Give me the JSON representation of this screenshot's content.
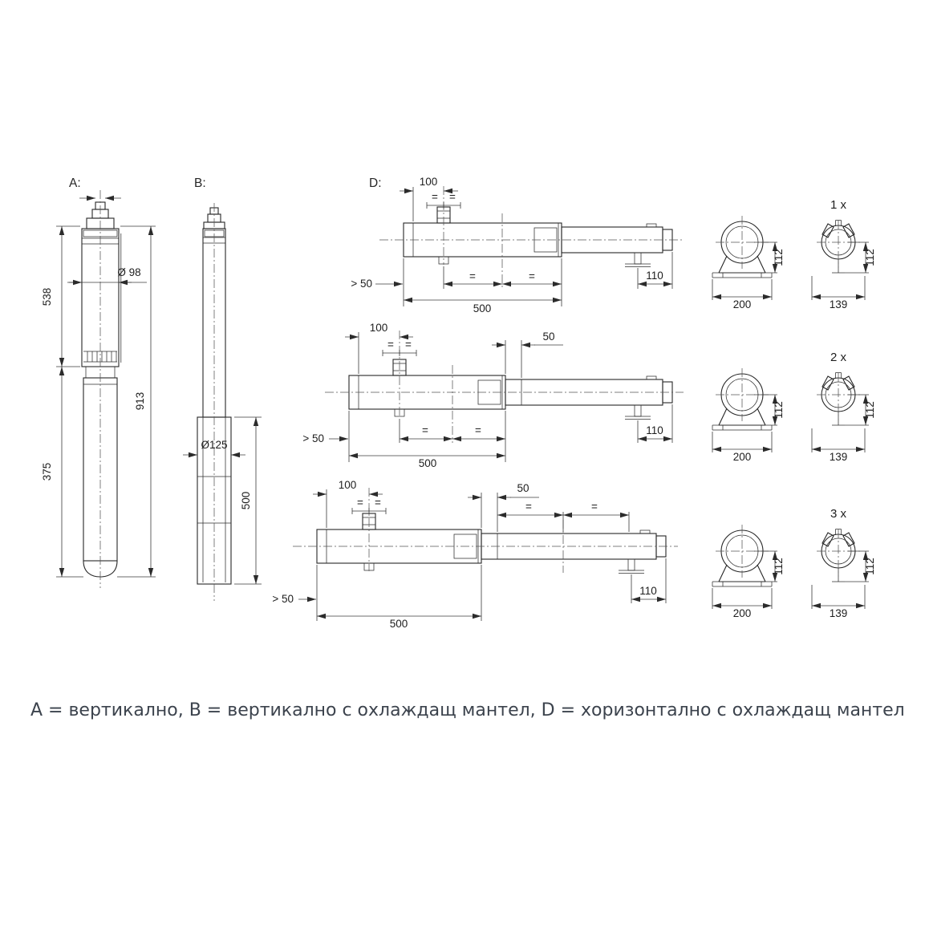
{
  "caption": "A = вертикално, B = вертикално с охлаждащ мантел, D = хоризонтално с охлаждащ мантел",
  "eq_mark": "=",
  "view_a": {
    "label": "A:",
    "upper_height": "538",
    "lower_height": "375",
    "total_height": "913",
    "diameter": "Ø 98"
  },
  "view_b": {
    "label": "B:",
    "jacket_diameter": "Ø125",
    "jacket_height": "500"
  },
  "view_d": {
    "label": "D:",
    "rows": [
      {
        "multiplier": "1 x",
        "port_offset": "100",
        "min_clearance": "> 50",
        "jacket_length": "500",
        "support_offset": "110",
        "pipe_center_height": "112",
        "base_width": "200",
        "clamp_center_height": "112",
        "clamp_base_width": "139"
      },
      {
        "multiplier": "2 x",
        "port_offset": "100",
        "flange_gap": "50",
        "min_clearance": "> 50",
        "jacket_length": "500",
        "support_offset": "110",
        "pipe_center_height": "112",
        "base_width": "200",
        "clamp_center_height": "112",
        "clamp_base_width": "139"
      },
      {
        "multiplier": "3 x",
        "port_offset": "100",
        "flange_gap": "50",
        "min_clearance": "> 50",
        "jacket_length": "500",
        "support_offset": "110",
        "pipe_center_height": "112",
        "base_width": "200",
        "clamp_center_height": "112",
        "clamp_base_width": "139"
      }
    ]
  }
}
